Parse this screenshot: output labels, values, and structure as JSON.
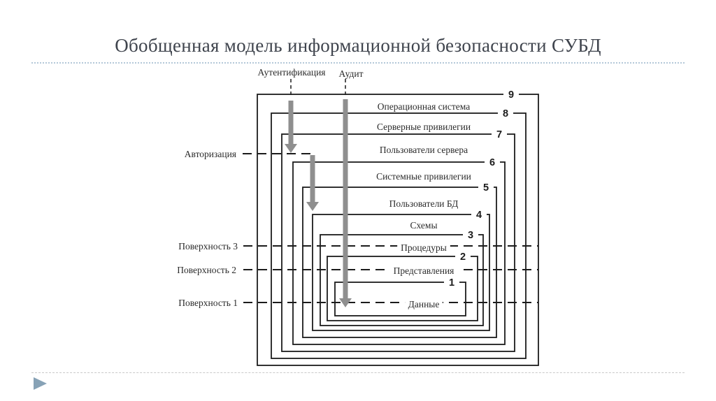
{
  "slide": {
    "title": "Обобщенная модель информационной безопасности СУБД"
  },
  "diagram": {
    "layers": [
      {
        "num": "9",
        "label": "Операционная система"
      },
      {
        "num": "8",
        "label": "Серверные привилегии"
      },
      {
        "num": "7",
        "label": "Пользователи сервера"
      },
      {
        "num": "6",
        "label": "Системные привилегии"
      },
      {
        "num": "5",
        "label": "Пользователи БД"
      },
      {
        "num": "4",
        "label": "Схемы"
      },
      {
        "num": "3",
        "label": "Процедуры"
      },
      {
        "num": "2",
        "label": "Представления"
      },
      {
        "num": "1",
        "label": "Данные"
      }
    ],
    "top_annotations": [
      {
        "label": "Аутентификация"
      },
      {
        "label": "Аудит"
      }
    ],
    "left_annotations": [
      {
        "label": "Авторизация"
      },
      {
        "label": "Поверхность 3"
      },
      {
        "label": "Поверхность 2"
      },
      {
        "label": "Поверхность 1"
      }
    ]
  },
  "colors": {
    "line": "#1c1c1c",
    "arrow": "#8f8f8f",
    "title": "#3f444d",
    "title_rule_dotted": "#b4c8d8",
    "footer_rule_dashed": "#c9c9c9",
    "play_icon": "#87a2b6",
    "label_text": "#2b2b2b"
  }
}
